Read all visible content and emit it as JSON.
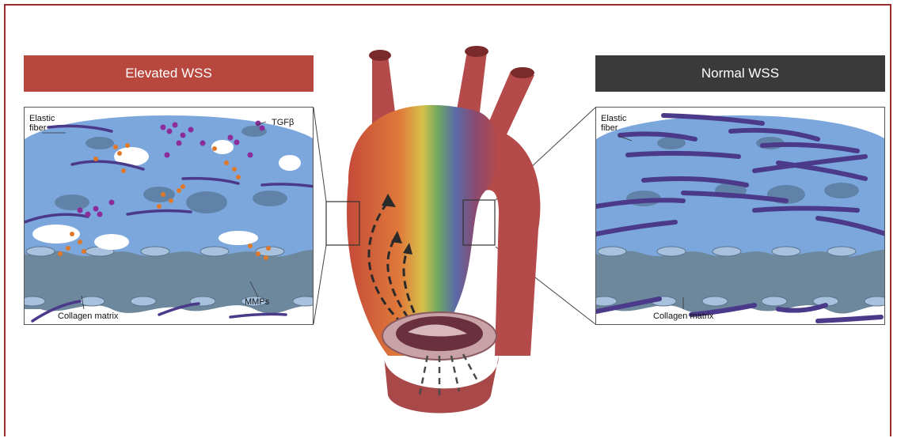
{
  "colors": {
    "frame": "#9b2d2d",
    "elevated_banner": "#b8473d",
    "normal_banner": "#3a3a3a",
    "matrix_blue": "#7ba7dc",
    "collagen_gray": "#6d879c",
    "fiber_purple": "#4b3a8a",
    "mmp_orange": "#e0782a",
    "tgf_purple": "#8a2d9a",
    "aorta_red": "#b44a4a"
  },
  "left_panel": {
    "title": "Elevated WSS",
    "labels": {
      "elastic_fiber": "Elastic\nfiber",
      "tgf": "TGFβ",
      "mmps": "MMPs",
      "collagen": "Collagen matrix"
    }
  },
  "right_panel": {
    "title": "Normal WSS",
    "labels": {
      "elastic_fiber": "Elastic\nfiber",
      "collagen": "Collagen matrix"
    }
  },
  "center": {
    "icon": "aorta-with-valve-icon"
  }
}
